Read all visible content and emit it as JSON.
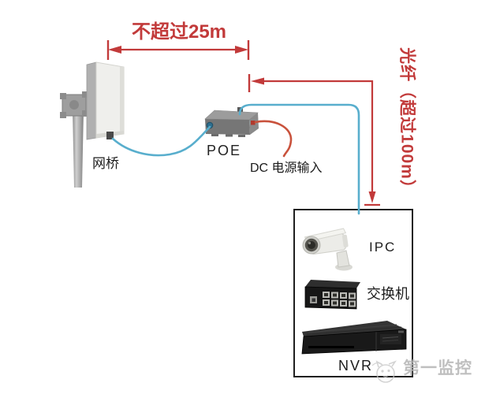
{
  "diagram": {
    "distance_label": "不超过25m",
    "fiber_label": "光纤（超过100m）",
    "bridge_label": "网桥",
    "poe_label": "POE",
    "dc_label": "DC 电源输入",
    "ipc_label": "IPC",
    "switch_label": "交换机",
    "nvr_label": "NVR"
  },
  "watermark": {
    "text": "第一监控",
    "logo": "mascot-face-icon"
  },
  "colors": {
    "annotation_red": "#c23a3a",
    "cable_blue": "#58aecd",
    "dc_cable_orange": "#c9523c",
    "box_border": "#1f1f1f",
    "label_black": "#1c1c1c",
    "watermark_gray": "#b5b5b5"
  }
}
